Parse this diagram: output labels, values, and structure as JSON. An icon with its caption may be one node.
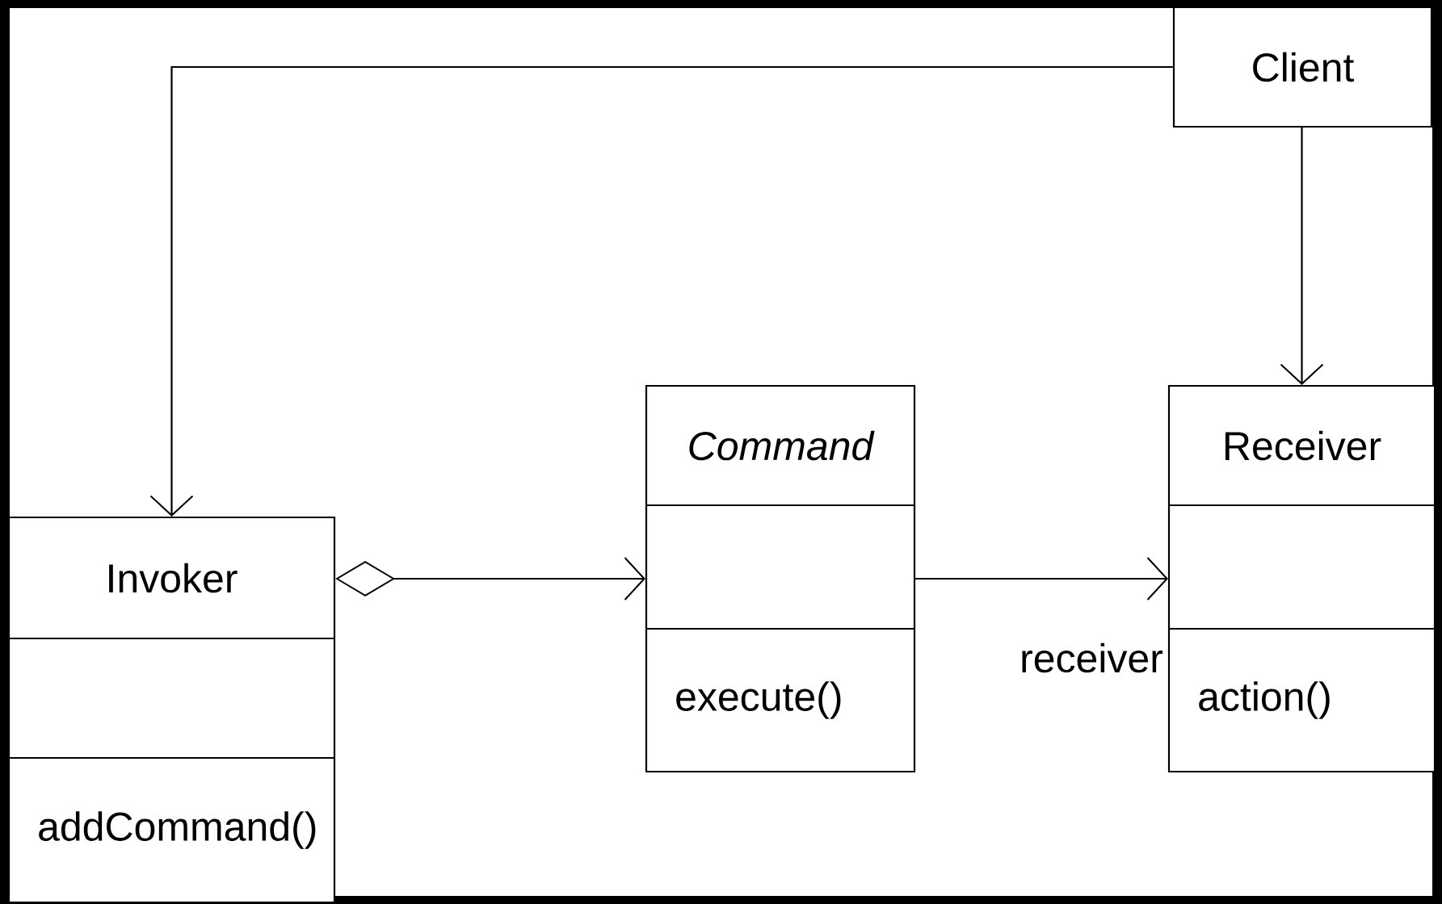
{
  "diagram": {
    "nodes": [
      {
        "text": [
          "Client"
        ]
      },
      {
        "text": [
          "Invoker",
          "addCommand()"
        ]
      },
      {
        "text": [
          "Command",
          "execute()"
        ]
      },
      {
        "text": [
          "Receiver",
          "action()"
        ]
      }
    ],
    "edges": [
      {
        "from": 0,
        "to": 1,
        "arrow": "to"
      },
      {
        "from": 0,
        "to": 3,
        "arrow": "to"
      },
      {
        "from": 1,
        "to": 2,
        "arrow": "to"
      },
      {
        "from": 2,
        "to": 3,
        "arrow": "to",
        "label": "receiver"
      }
    ]
  }
}
